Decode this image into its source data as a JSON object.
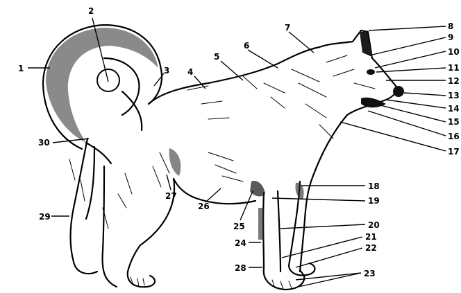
{
  "figure": {
    "subject": "dog-anatomy-diagram",
    "labels": [
      {
        "id": "1",
        "text": "1"
      },
      {
        "id": "2",
        "text": "2"
      },
      {
        "id": "3",
        "text": "3"
      },
      {
        "id": "4",
        "text": "4"
      },
      {
        "id": "5",
        "text": "5"
      },
      {
        "id": "6",
        "text": "6"
      },
      {
        "id": "7",
        "text": "7"
      },
      {
        "id": "8",
        "text": "8"
      },
      {
        "id": "9",
        "text": "9"
      },
      {
        "id": "10",
        "text": "10"
      },
      {
        "id": "11",
        "text": "11"
      },
      {
        "id": "12",
        "text": "12"
      },
      {
        "id": "13",
        "text": "13"
      },
      {
        "id": "14",
        "text": "14"
      },
      {
        "id": "15",
        "text": "15"
      },
      {
        "id": "16",
        "text": "16"
      },
      {
        "id": "17",
        "text": "17"
      },
      {
        "id": "18",
        "text": "18"
      },
      {
        "id": "19",
        "text": "19"
      },
      {
        "id": "20",
        "text": "20"
      },
      {
        "id": "21",
        "text": "21"
      },
      {
        "id": "22",
        "text": "22"
      },
      {
        "id": "23",
        "text": "23"
      },
      {
        "id": "24",
        "text": "24"
      },
      {
        "id": "25",
        "text": "25"
      },
      {
        "id": "26",
        "text": "26"
      },
      {
        "id": "27",
        "text": "27"
      },
      {
        "id": "28",
        "text": "28"
      },
      {
        "id": "29",
        "text": "29"
      },
      {
        "id": "30",
        "text": "30"
      }
    ]
  }
}
